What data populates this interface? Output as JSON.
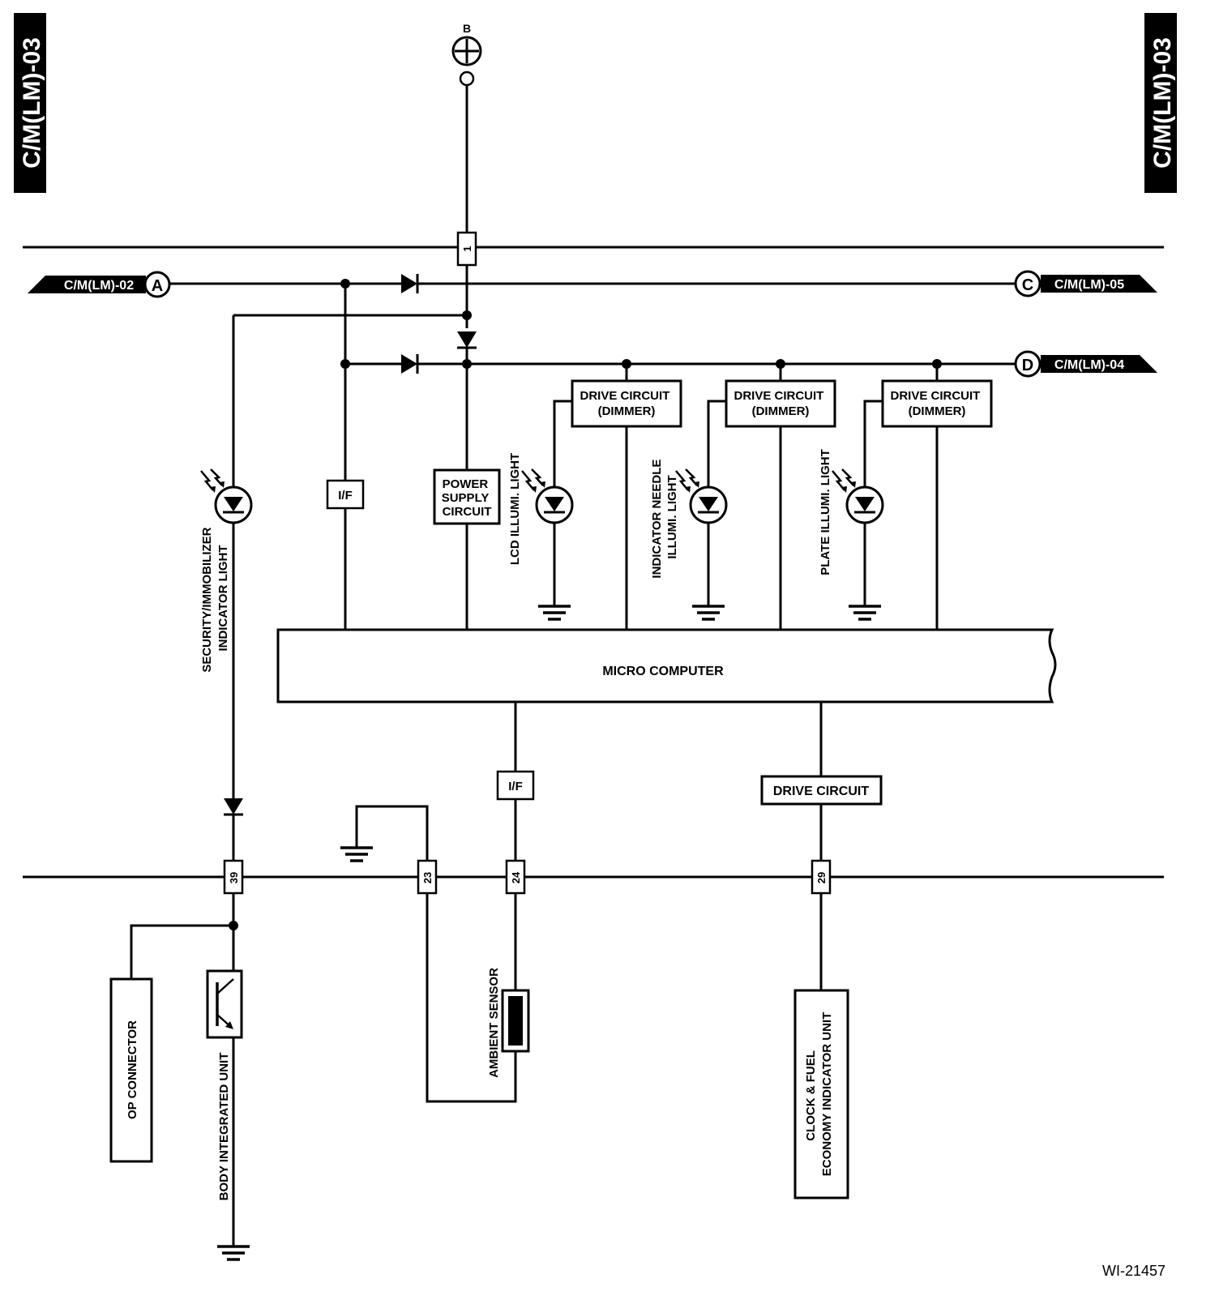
{
  "page_tags": {
    "left": "C/M(LM)-03",
    "right": "C/M(LM)-03"
  },
  "power": {
    "terminal_label": "B"
  },
  "connectors": {
    "a": {
      "letter": "A",
      "label": "C/M(LM)-02"
    },
    "c": {
      "letter": "C",
      "label": "C/M(LM)-05"
    },
    "d": {
      "letter": "D",
      "label": "C/M(LM)-04"
    }
  },
  "pins": {
    "p1": "1",
    "p39": "39",
    "p23": "23",
    "p24": "24",
    "p29": "29"
  },
  "blocks": {
    "interface_label": "I/F",
    "power_supply": [
      "POWER",
      "SUPPLY",
      "CIRCUIT"
    ],
    "drive_dimmer": [
      "DRIVE CIRCUIT",
      "(DIMMER)"
    ],
    "micro_computer": "MICRO COMPUTER",
    "drive_circuit": "DRIVE CIRCUIT"
  },
  "lights": {
    "security": [
      "SECURITY/IMMOBILIZER",
      "INDICATOR LIGHT"
    ],
    "lcd": "LCD ILLUMI. LIGHT",
    "needle": [
      "INDICATOR NEEDLE",
      "ILLUMI. LIGHT"
    ],
    "plate": "PLATE  ILLUMI. LIGHT"
  },
  "components": {
    "op_connector": "OP CONNECTOR",
    "body_integrated_unit": "BODY INTEGRATED UNIT",
    "ambient_sensor": "AMBIENT SENSOR",
    "clock_unit": [
      "CLOCK & FUEL",
      "ECONOMY INDICATOR UNIT"
    ]
  },
  "figure_id": "WI-21457"
}
